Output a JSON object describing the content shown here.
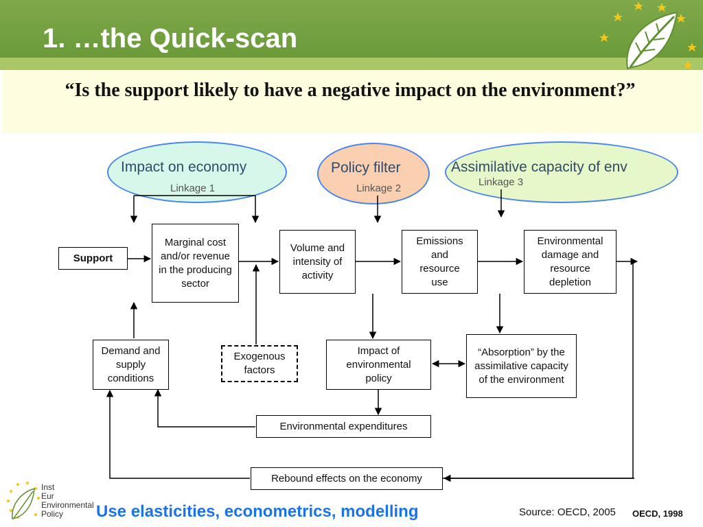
{
  "slide": {
    "title": "1. …the Quick-scan",
    "question": "“Is the support likely to have a negative impact on the environment?”"
  },
  "linkages": [
    {
      "title": "Impact on economy",
      "label": "Linkage 1",
      "fill": "#d6f7ea"
    },
    {
      "title": "Policy filter",
      "label": "Linkage 2",
      "fill": "#fbd0b0"
    },
    {
      "title": "Assimilative capacity of env",
      "label": "Linkage 3",
      "fill": "#e6f7c9"
    }
  ],
  "nodes": {
    "support": "Support",
    "marginal": "Marginal cost and/or revenue in the producing sector",
    "volume": "Volume and intensity of activity",
    "emissions": "Emissions and resource use",
    "damage": "Environmental damage and resource depletion",
    "demand": "Demand and supply conditions",
    "exogenous": "Exogenous factors",
    "impact_policy": "Impact of environmental policy",
    "absorption": "“Absorption” by the assimilative capacity of the environment",
    "expenditures": "Environmental expenditures",
    "rebound": "Rebound effects on the economy"
  },
  "footer": {
    "logo_lines": [
      "Inst",
      "Eur",
      "Environmental",
      "Policy"
    ],
    "methods": "Use elasticities, econometrics, modelling",
    "source": "Source: OECD, 2005",
    "oecd": "OECD, 1998"
  },
  "colors": {
    "header_green": "#6b9a39",
    "strip_green": "#a9c764",
    "question_bg": "#fefde0",
    "ellipse_border": "#4a86e8",
    "methods_blue": "#1a73e8",
    "star_yellow": "#f5c518"
  },
  "icons": [
    "leaf-logo-icon",
    "star-icon"
  ]
}
